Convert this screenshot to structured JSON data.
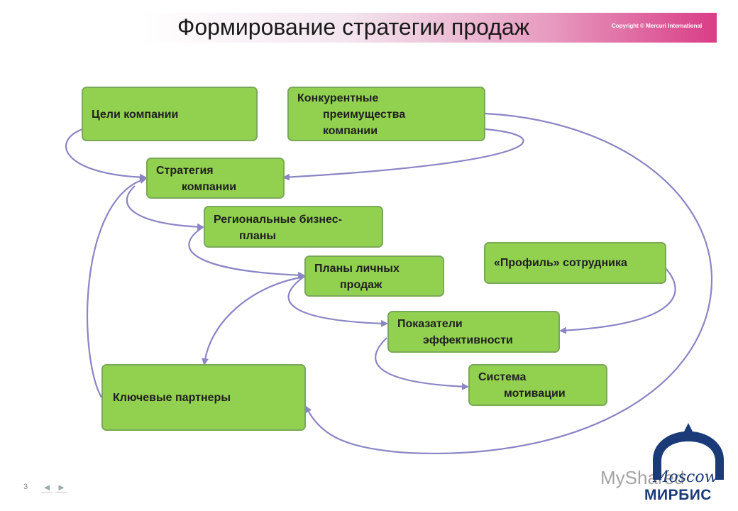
{
  "header": {
    "title": "Формирование стратегии продаж",
    "copyright": "Copyright © Mercuri International"
  },
  "diagram": {
    "nodes": {
      "goals": {
        "lines": [
          "Цели компании"
        ]
      },
      "competitive": {
        "lines": [
          "Конкурентные",
          "преимущества",
          "компании"
        ]
      },
      "strategy": {
        "lines": [
          "Стратегия",
          "компании"
        ]
      },
      "regional": {
        "lines": [
          "Региональные бизнес-",
          "планы"
        ]
      },
      "personal": {
        "lines": [
          "Планы личных",
          "продаж"
        ]
      },
      "profile": {
        "lines": [
          "«Профиль» сотрудника"
        ]
      },
      "kpi": {
        "lines": [
          "Показатели",
          "эффективности"
        ]
      },
      "partners": {
        "lines": [
          "Ключевые партнеры"
        ]
      },
      "motivation": {
        "lines": [
          "Система",
          "мотивации"
        ]
      }
    },
    "colors": {
      "node_fill": "#92d050",
      "node_border": "#7aa85a",
      "arrow": "#8a85c4"
    }
  },
  "footer": {
    "page_number": "3",
    "nav_prev": "◄",
    "nav_next": "►",
    "watermark": "MyShared",
    "logo_text": "МИРБИС",
    "logo_script": "Moscow"
  }
}
